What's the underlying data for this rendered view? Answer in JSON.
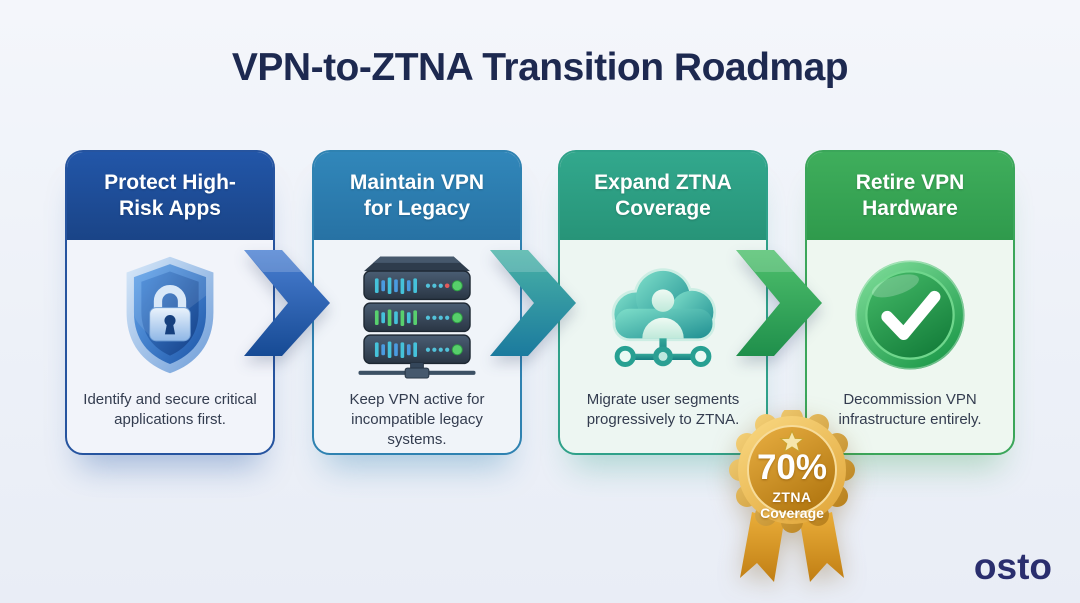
{
  "page": {
    "title": "VPN-to-ZTNA Transition Roadmap",
    "colors": {
      "background": "#eef1f8",
      "title_color": "#1d2950"
    }
  },
  "brand": {
    "logo_text": "osto",
    "colors": {
      "logo_color": "#2a2e6e"
    }
  },
  "cards": [
    {
      "title_line1": "Protect High-",
      "title_line2": "Risk Apps",
      "description": "Identify and secure critical applications first.",
      "icon": "shield-lock-icon",
      "colors": {
        "header_from": "#2256a8",
        "header_to": "#1a4487",
        "border": "#26549f",
        "body_bg": "#f2f4fa",
        "shadow": "rgba(32,85,166,0.35)"
      }
    },
    {
      "title_line1": "Maintain VPN",
      "title_line2": "for Legacy",
      "description": "Keep VPN active for incompatible legacy systems.",
      "icon": "vpn-server-rack-icon",
      "colors": {
        "header_from": "#3187ba",
        "header_to": "#2772a4",
        "border": "#2f82b1",
        "body_bg": "#f0f4f9",
        "shadow": "rgba(47,130,177,0.35)"
      }
    },
    {
      "title_line1": "Expand ZTNA",
      "title_line2": "Coverage",
      "description": "Migrate user segments progressively to ZTNA.",
      "icon": "cloud-users-network-icon",
      "colors": {
        "header_from": "#32a88d",
        "header_to": "#279478",
        "border": "#2fa189",
        "body_bg": "#edf6f2",
        "shadow": "rgba(47,161,137,0.32)"
      }
    },
    {
      "title_line1": "Retire VPN",
      "title_line2": "Hardware",
      "description": "Decommission VPN infrastructure entirely.",
      "icon": "check-circle-icon",
      "colors": {
        "header_from": "#3fae5c",
        "header_to": "#2f9a4c",
        "border": "#3ba65a",
        "body_bg": "#eef7f0",
        "shadow": "rgba(59,166,90,0.32)"
      }
    }
  ],
  "arrows": [
    {
      "direction": "right",
      "color_from": "#4a7fd2",
      "color_to": "#164a94"
    },
    {
      "direction": "right",
      "color_from": "#49b2a6",
      "color_to": "#1b7a9e"
    },
    {
      "direction": "right",
      "color_from": "#4fc06d",
      "color_to": "#1f8f4b"
    }
  ],
  "badge": {
    "value": "70%",
    "label_line1": "ZTNA",
    "label_line2": "Coverage",
    "colors": {
      "gold_light": "#f7d47c",
      "gold_mid": "#e2a83c",
      "gold_dark": "#b0750f",
      "ribbon_light": "#eaae3a",
      "ribbon_dark": "#c07e13",
      "star": "#f6e6ac"
    }
  }
}
